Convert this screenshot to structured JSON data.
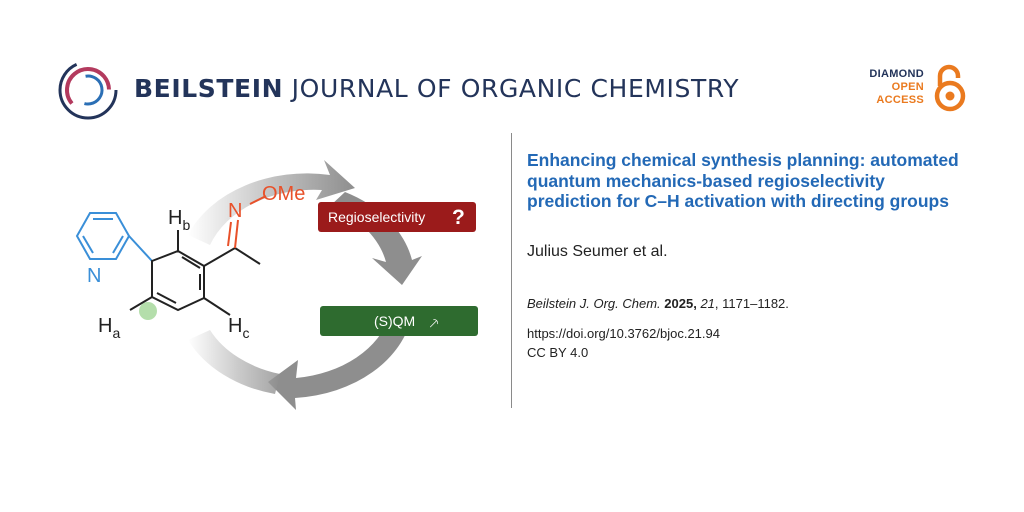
{
  "header": {
    "journal_bold": "BEILSTEIN",
    "journal_rest": " JOURNAL OF ORGANIC CHEMISTRY",
    "badge": {
      "line1": "DIAMOND",
      "line2": "OPEN",
      "line3": "ACCESS"
    }
  },
  "graphic": {
    "label_regio": "Regioselectivity",
    "label_regio_mark": "?",
    "label_sqm": "(S)QM",
    "label_sqm_mark": "⸕",
    "atom_n_pyridine": "N",
    "atom_n_oxime": "N",
    "group_ome": "OMe",
    "hb_main": "H",
    "hb_sub": "b",
    "ha_main": "H",
    "ha_sub": "a",
    "hc_main": "H",
    "hc_sub": "c",
    "colors": {
      "regio_box": "#9b1b1b",
      "sqm_box": "#2e6b2f",
      "pyridine": "#3a8fd8",
      "oxime": "#e8512a",
      "arrow": "#8e8e8e"
    }
  },
  "article": {
    "title": "Enhancing chemical synthesis planning: automated quantum mechanics-based regioselectivity prediction for C–H activation with directing groups",
    "authors": "Julius Seumer et al.",
    "citation_journal": "Beilstein J. Org. Chem.",
    "citation_year": "2025,",
    "citation_volume": "21",
    "citation_pages": ", 1171–1182.",
    "doi": "https://doi.org/10.3762/bjoc.21.94",
    "license": "CC BY 4.0"
  }
}
